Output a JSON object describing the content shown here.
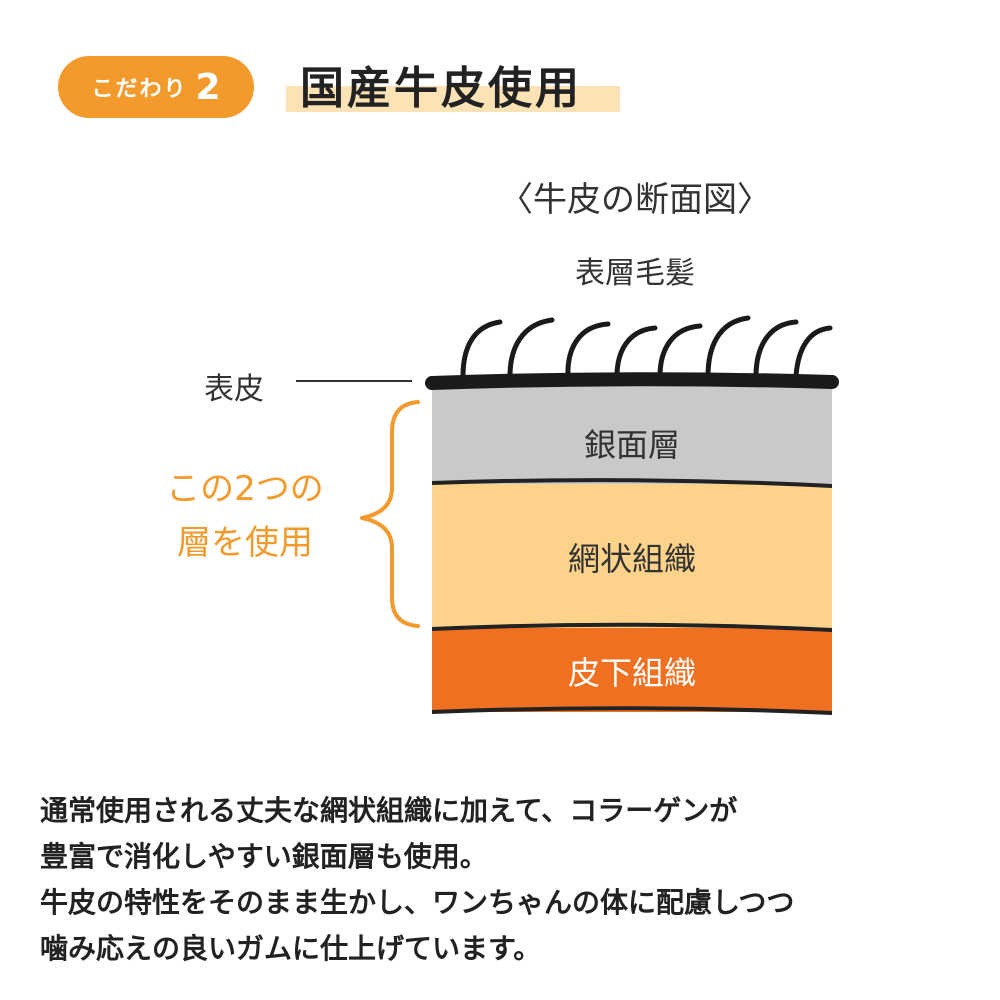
{
  "header": {
    "badge_text": "こだわり",
    "badge_number": "2",
    "title": "国産牛皮使用"
  },
  "diagram": {
    "title": "〈牛皮の断面図〉",
    "hair_label": "表層毛髪",
    "epidermis_label": "表皮",
    "layers": [
      {
        "label": "銀面層",
        "color": "#c9c9cb"
      },
      {
        "label": "網状組織",
        "color": "#fdd28a"
      },
      {
        "label": "皮下組織",
        "color": "#f07022"
      }
    ],
    "side_note_lines": [
      "この2つの",
      "層を使用"
    ],
    "accent_color": "#f39a2c"
  },
  "description": {
    "lines": [
      "通常使用される丈夫な網状組織に加えて、コラーゲンが",
      "豊富で消化しやすい銀面層も使用。",
      "牛皮の特性をそのまま生かし、ワンちゃんの体に配慮しつつ",
      "噛み応えの良いガムに仕上げています。"
    ]
  }
}
